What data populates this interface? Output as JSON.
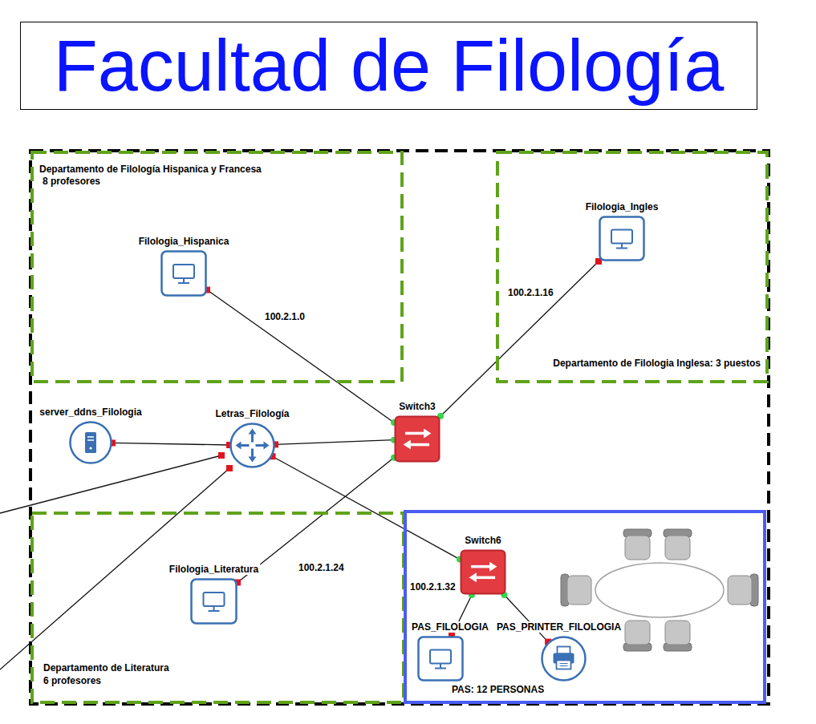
{
  "diagram": {
    "title": "Facultad de Filología",
    "nodes": [
      {
        "text": [
          "Departamento de Filología Hispanica y Francesa",
          "8 profesores"
        ]
      },
      {
        "text": [
          "Filologia_Hispanica"
        ],
        "in": 0
      },
      {
        "text": [
          "Departamento de Filologia Inglesa: 3 puestos"
        ]
      },
      {
        "text": [
          "Filologia_Ingles"
        ],
        "in": 2
      },
      {
        "text": [
          "server_ddns_Filologia"
        ]
      },
      {
        "text": [
          "Letras_Filología"
        ]
      },
      {
        "text": [
          "Switch3"
        ]
      },
      {
        "text": [
          "Departamento de Literatura",
          "6 profesores"
        ]
      },
      {
        "text": [
          "Filologia_Literatura"
        ],
        "in": 7
      },
      {
        "text": [
          "PAS: 12 PERSONAS"
        ]
      },
      {
        "text": [
          "Switch6"
        ],
        "in": 9
      },
      {
        "text": [
          "PAS_FILOLOGIA"
        ],
        "in": 9
      },
      {
        "text": [
          "PAS_PRINTER_FILOLOGIA"
        ],
        "in": 9
      }
    ],
    "edges": [
      {
        "from": 1,
        "to": 6,
        "arrow": "none"
      },
      {
        "from": 3,
        "to": 6,
        "arrow": "none"
      },
      {
        "from": 4,
        "to": 5,
        "arrow": "none"
      },
      {
        "from": 5,
        "to": 6,
        "arrow": "none"
      },
      {
        "from": 5,
        "to": 10,
        "arrow": "none"
      },
      {
        "from": 6,
        "to": 8,
        "arrow": "none"
      },
      {
        "from": 10,
        "to": 11,
        "arrow": "none"
      },
      {
        "from": 10,
        "to": 12,
        "arrow": "none"
      }
    ],
    "labels": [
      "100.2.1.0",
      "100.2.1.16",
      "100.2.1.24",
      "100.2.1.32"
    ]
  }
}
